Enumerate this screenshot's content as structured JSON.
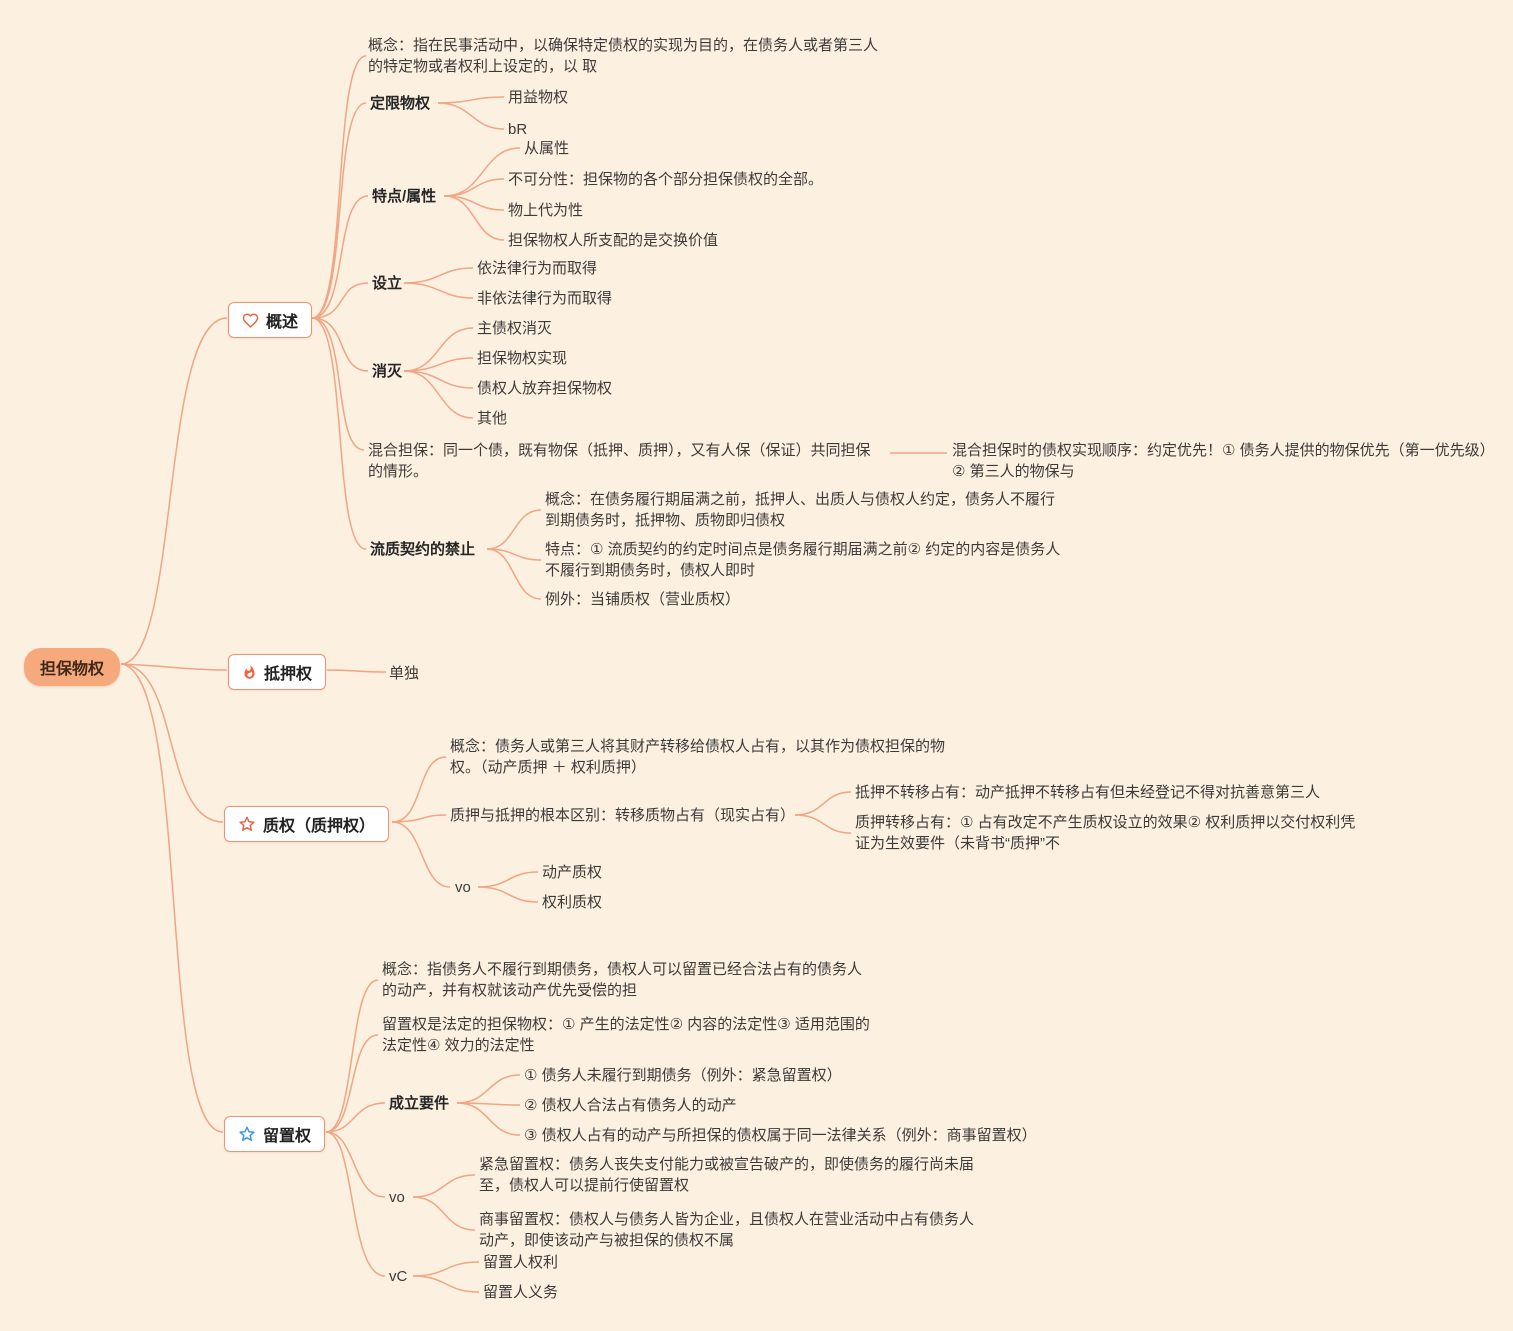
{
  "theme": {
    "background": "#fcf0e1",
    "line_color": "#f0a584",
    "root_fill": "#f6a97c",
    "topic_border": "#ea9471",
    "heart_color": "#e56a4f",
    "flame_color": "#f3603e",
    "star_red": "#e7644d",
    "star_blue": "#3e97e8",
    "text_color": "#3d3b38"
  },
  "root": {
    "label": "担保物权"
  },
  "overview": {
    "label": "概述",
    "icon": "heart-icon",
    "concept": "概念：指在民事活动中，以确保特定债权的实现为目的，在债务人或者第三人的特定物或者权利上设定的，以 取",
    "dingxian": {
      "label": "定限物权",
      "items": [
        "用益物权",
        "bR"
      ]
    },
    "features": {
      "label": "特点/属性",
      "items": [
        "从属性",
        "不可分性：担保物的各个部分担保债权的全部。",
        "物上代为性",
        "担保物权人所支配的是交换价值"
      ]
    },
    "establish": {
      "label": "设立",
      "items": [
        "依法律行为而取得",
        "非依法律行为而取得"
      ]
    },
    "extinguish": {
      "label": "消灭",
      "items": [
        "主债权消灭",
        "担保物权实现",
        "债权人放弃担保物权",
        "其他"
      ]
    },
    "mixed": {
      "label": "混合担保：同一个债，既有物保（抵押、质押），又有人保（保证）共同担保的情形。",
      "order": "混合担保时的债权实现顺序：约定优先！① 债务人提供的物保优先（第一优先级） ② 第三人的物保与"
    },
    "liuzhi_qiyue": {
      "label": "流质契约的禁止",
      "concept": "概念：在债务履行期届满之前，抵押人、出质人与债权人约定，债务人不履行到期债务时，抵押物、质物即归债权",
      "feature": "特点：① 流质契约的约定时间点是债务履行期届满之前② 约定的内容是债务人不履行到期债务时，债权人即时",
      "exception": "例外：当铺质权（营业质权）"
    }
  },
  "mortgage": {
    "label": "抵押权",
    "icon": "flame-icon",
    "single": "单独"
  },
  "pledge": {
    "label": "质权（质押权）",
    "icon": "star-icon-red",
    "concept": "概念：债务人或第三人将其财产转移给债权人占有，以其作为债权担保的物权。（动产质押 ＋ 权利质押）",
    "difference": {
      "label": "质押与抵押的根本区别：转移质物占有（现实占有）",
      "no_transfer": "抵押不转移占有：动产抵押不转移占有但未经登记不得对抗善意第三人",
      "transfer": "质押转移占有：① 占有改定不产生质权设立的效果② 权利质押以交付权利凭证为生效要件（未背书“质押”不"
    },
    "types": {
      "label": "vo",
      "items": [
        "动产质权",
        "权利质权"
      ]
    }
  },
  "lien": {
    "label": "留置权",
    "icon": "star-icon-blue",
    "concept": "概念：指债务人不履行到期债务，债权人可以留置已经合法占有的债务人的动产，并有权就该动产优先受偿的担",
    "legal": "留置权是法定的担保物权：① 产生的法定性② 内容的法定性③ 适用范围的法定性④ 效力的法定性",
    "requirements": {
      "label": "成立要件",
      "items": [
        "① 债务人未履行到期债务（例外：紧急留置权）",
        "② 债权人合法占有债务人的动产",
        "③ 债权人占有的动产与所担保的债权属于同一法律关系（例外：商事留置权）"
      ]
    },
    "types": {
      "label": "vo",
      "urgent": "紧急留置权：债务人丧失支付能力或被宣告破产的，即使债务的履行尚未届至，债权人可以提前行使留置权",
      "commercial": "商事留置权：债权人与债务人皆为企业，且债权人在营业活动中占有债务人动产，即使该动产与被担保的债权不属"
    },
    "rights": {
      "label": "vC",
      "items": [
        "留置人权利",
        "留置人义务"
      ]
    }
  }
}
